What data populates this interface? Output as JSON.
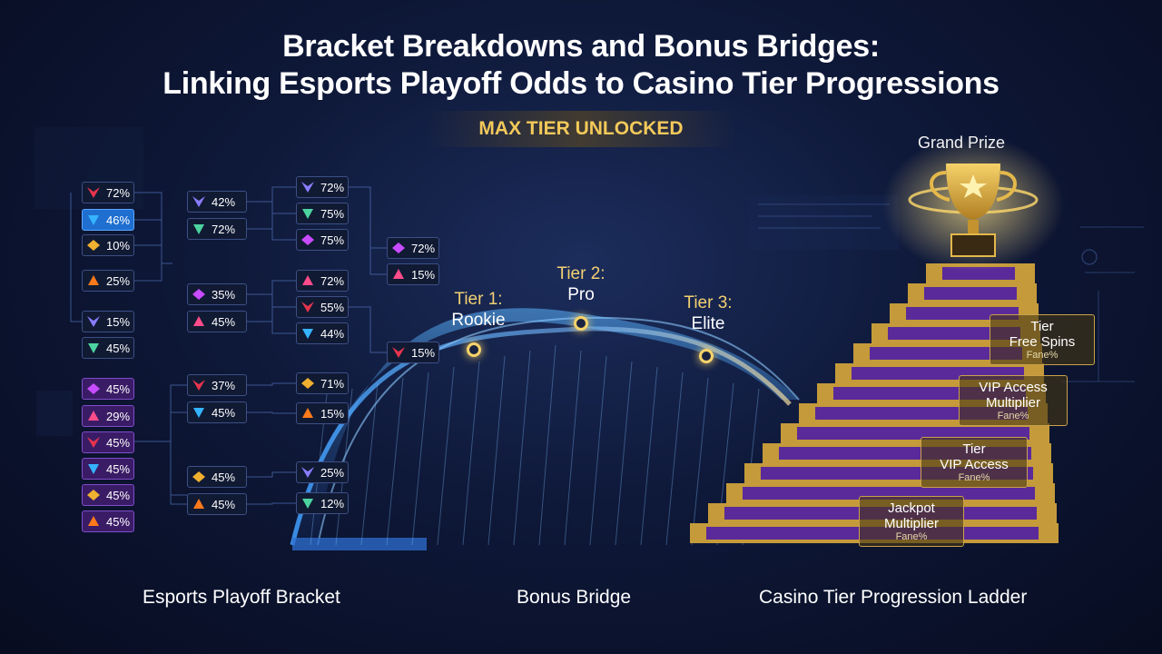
{
  "title": {
    "line1": "Bracket Breakdowns and Bonus Bridges:",
    "line2": "Linking Esports Playoff Odds to Casino Tier Progressions"
  },
  "banner": "MAX TIER UNLOCKED",
  "sections": {
    "bracket": "Esports Playoff Bracket",
    "bridge": "Bonus Bridge",
    "ladder": "Casino Tier Progression Ladder"
  },
  "grand_prize": "Grand Prize",
  "bracket": {
    "round1": [
      "72%",
      "46%",
      "10%",
      "25%",
      "15%",
      "45%",
      "45%",
      "29%",
      "45%",
      "45%",
      "45%",
      "45%"
    ],
    "round2": [
      "42%",
      "72%",
      "35%",
      "45%",
      "37%",
      "45%",
      "45%",
      "45%"
    ],
    "round3": [
      "72%",
      "75%",
      "75%",
      "72%",
      "55%",
      "44%",
      "71%",
      "15%",
      "25%",
      "12%"
    ],
    "round4": [
      "72%",
      "15%",
      "15%"
    ]
  },
  "tiers": [
    {
      "name": "Tier 1:",
      "level": "Rookie"
    },
    {
      "name": "Tier 2:",
      "level": "Pro"
    },
    {
      "name": "Tier 3:",
      "level": "Elite"
    }
  ],
  "ladder_boxes": [
    {
      "lines": [
        "Tier",
        "Free Spins"
      ],
      "sub": "Fane%"
    },
    {
      "lines": [
        "VIP Access",
        "Multiplier"
      ],
      "sub": "Fane%"
    },
    {
      "lines": [
        "Tier",
        "VIP Access"
      ],
      "sub": "Fane%"
    },
    {
      "lines": [
        "Jackpot",
        "Multiplier"
      ],
      "sub": "Fane%"
    }
  ],
  "colors": {
    "background": "#0e1838",
    "gold": "#f3c95a",
    "purple": "#5a2a9a",
    "bridge_blue": "#3fa0ff",
    "chip_highlight": "#1f6fd0"
  }
}
